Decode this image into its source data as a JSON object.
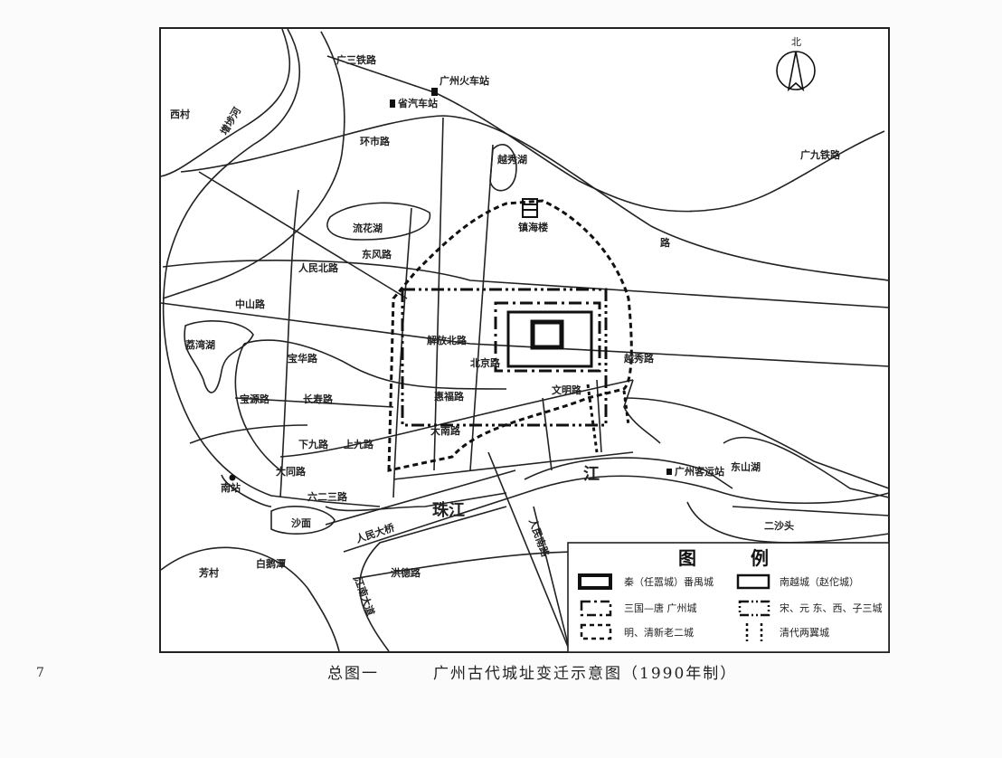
{
  "page_number": "7",
  "caption": {
    "figure_no": "总图一",
    "title": "广州古代城址变迁示意图（1990年制）"
  },
  "compass": {
    "label": "北",
    "icon": "north-arrow-icon"
  },
  "legend": {
    "title": "图　　　例",
    "items": [
      {
        "label": "秦（任嚣城）番禺城",
        "symbol": "thick-solid-rect"
      },
      {
        "label": "南越城（赵佗城）",
        "symbol": "solid-rect"
      },
      {
        "label": "三国—唐 广州城",
        "symbol": "dash-dot-rect"
      },
      {
        "label": "宋、元 东、西、子三城",
        "symbol": "dash-dot-dot-rect"
      },
      {
        "label": "明、清新老二城",
        "symbol": "dashed-rect"
      },
      {
        "label": "清代两翼城",
        "symbol": "vertical-dotted-lines"
      }
    ]
  },
  "labels": [
    "广三铁路",
    "广州火车站",
    "省汽车站",
    "西村",
    "增埗河",
    "环市路",
    "越秀湖",
    "镇海楼",
    "流花湖",
    "东风路",
    "人民北路",
    "解放北路",
    "中山路",
    "广九铁路",
    "路",
    "荔湾湖",
    "宝源路",
    "长寿路",
    "宝华路",
    "下九路",
    "上九路",
    "大同路",
    "六二三路",
    "南站",
    "沙面",
    "人民大桥",
    "珠江",
    "白鹅潭",
    "芳村",
    "洪德路",
    "江南大道",
    "人民南路",
    "惠福路",
    "大南路",
    "文明路",
    "越秀路",
    "北京路",
    "广州客运站",
    "东山湖",
    "二沙头",
    "江"
  ]
}
